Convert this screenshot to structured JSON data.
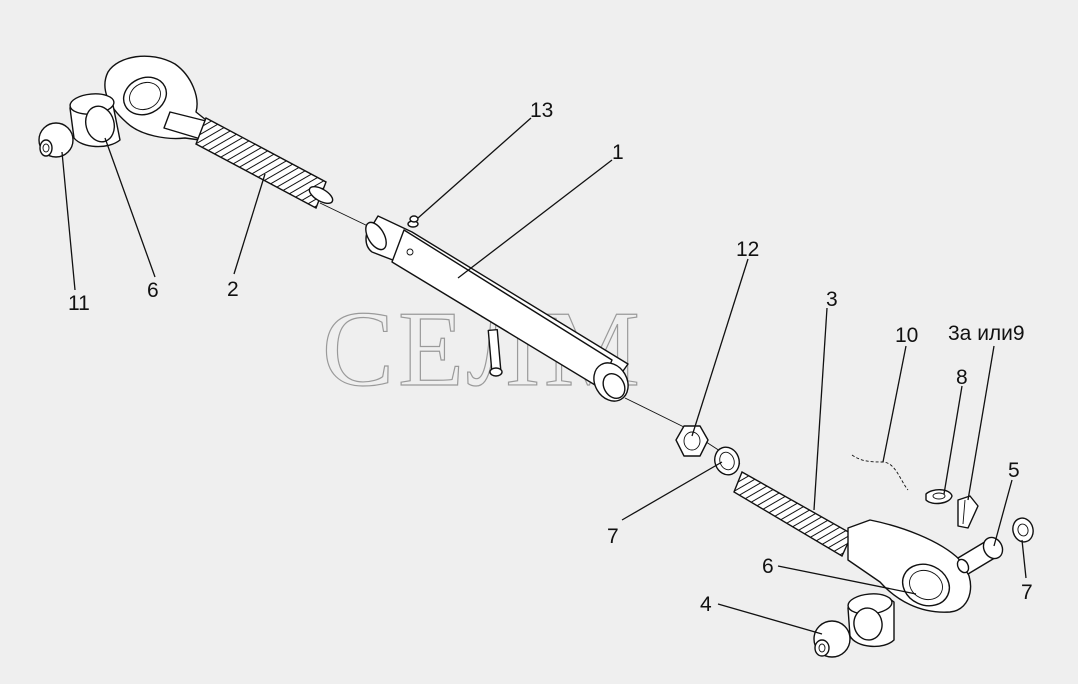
{
  "diagram": {
    "watermark": "СЕЛМ",
    "labels": {
      "l1": "1",
      "l2": "2",
      "l3": "3",
      "l3a9": "3а или9",
      "l4": "4",
      "l5": "5",
      "l6a": "6",
      "l6b": "6",
      "l7a": "7",
      "l7b": "7",
      "l8": "8",
      "l10": "10",
      "l11": "11",
      "l12": "12",
      "l13": "13"
    }
  }
}
